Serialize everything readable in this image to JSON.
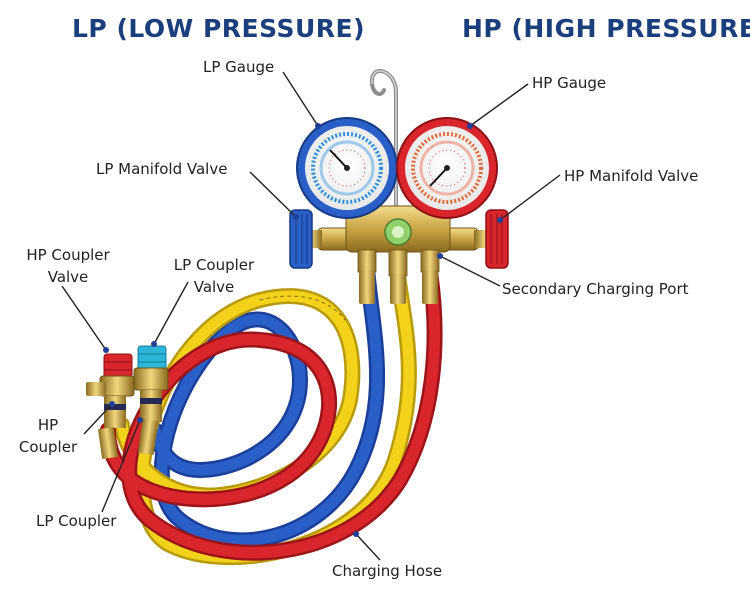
{
  "headings": {
    "lp": "LP (LOW PRESSURE)",
    "hp": "HP (HIGH PRESSURE)"
  },
  "labels": {
    "lp_gauge": "LP Gauge",
    "hp_gauge": "HP Gauge",
    "lp_manifold_valve": "LP Manifold Valve",
    "hp_manifold_valve": "HP Manifold Valve",
    "hp_coupler_valve_line1": "HP Coupler",
    "hp_coupler_valve_line2": "Valve",
    "lp_coupler_valve_line1": "LP Coupler",
    "lp_coupler_valve_line2": "Valve",
    "secondary_charging_port": "Secondary Charging Port",
    "hp_coupler_line1": "HP",
    "hp_coupler_line2": "Coupler",
    "lp_coupler": "LP Coupler",
    "charging_hose": "Charging Hose"
  },
  "colors": {
    "heading": "#1b3f7c",
    "lp_blue": "#2b5fc8",
    "hp_red": "#d9262c",
    "hose_yellow": "#f2d21b",
    "brass": "#c9a445",
    "coupler_teal": "#2bb5d6",
    "leader_line": "#222222",
    "leader_dot": "#1f3f99"
  }
}
